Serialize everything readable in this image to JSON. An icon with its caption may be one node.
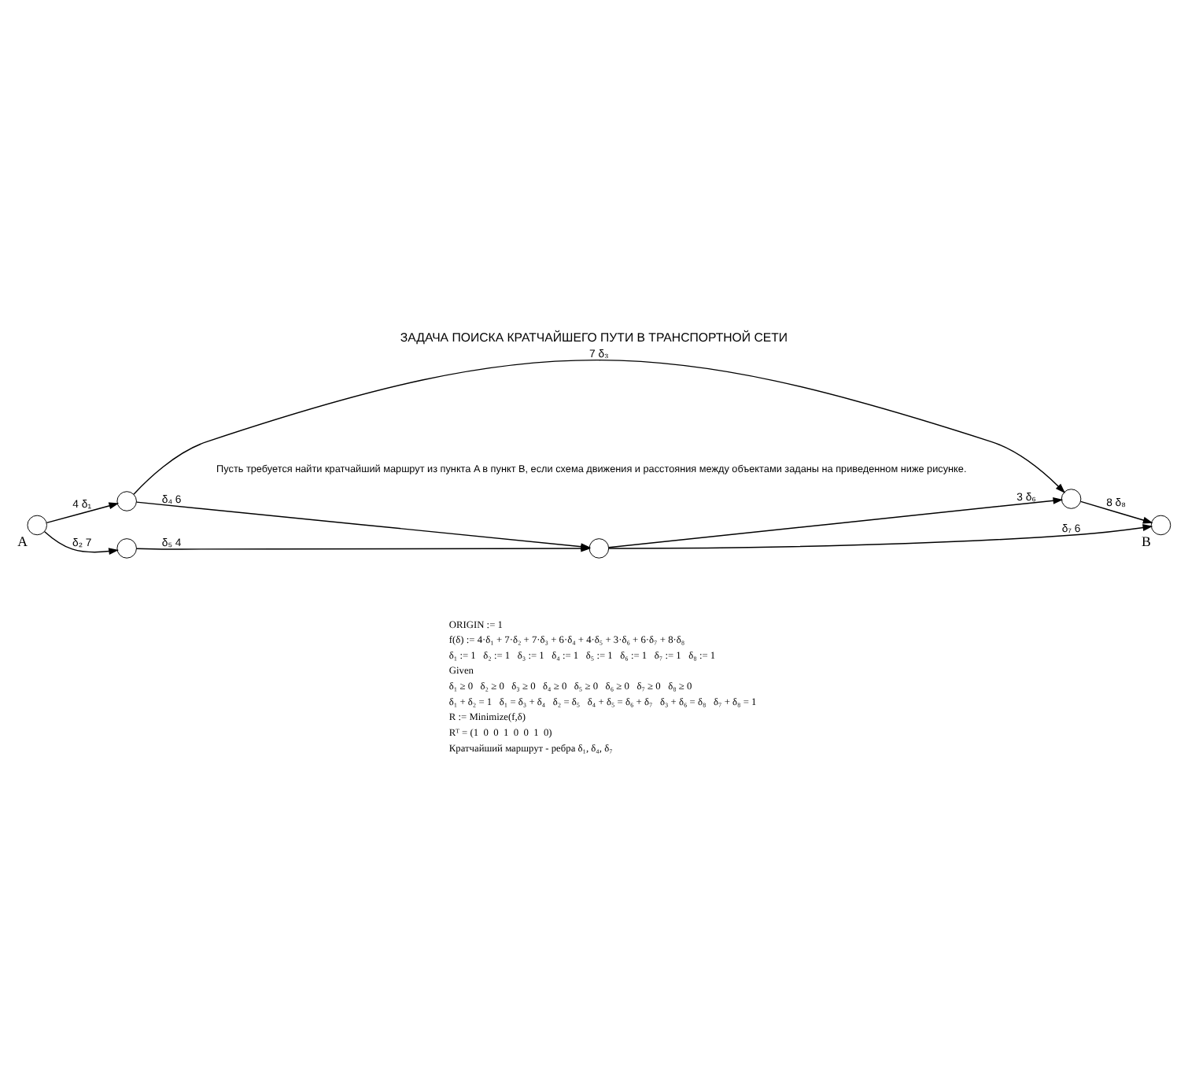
{
  "diagram": {
    "title": "ЗАДАЧА ПОИСКА КРАТЧАЙШЕГО ПУТИ В ТРАНСПОРТНОЙ СЕТИ",
    "nodes": [
      {
        "text": [],
        "shape": "circle",
        "beside": [
          "A"
        ]
      },
      {
        "text": [],
        "shape": "circle"
      },
      {
        "text": [],
        "shape": "circle"
      },
      {
        "text": [],
        "shape": "circle"
      },
      {
        "text": [],
        "shape": "circle"
      },
      {
        "text": [],
        "shape": "circle",
        "beside": [
          "B"
        ]
      }
    ],
    "edges": [
      {
        "from": 0,
        "to": 1,
        "arrow": "to",
        "label": "4 δ₁"
      },
      {
        "from": 0,
        "to": 2,
        "arrow": "to",
        "label": "δ₂ 7"
      },
      {
        "from": 1,
        "to": 3,
        "arrow": "to",
        "label": "7 δ₃"
      },
      {
        "from": 1,
        "to": 4,
        "arrow": "to",
        "label": "δ₄ 6"
      },
      {
        "from": 2,
        "to": 4,
        "arrow": "to",
        "label": "δ₅ 4"
      },
      {
        "from": 4,
        "to": 3,
        "arrow": "to",
        "label": "3 δ₆"
      },
      {
        "from": 4,
        "to": 5,
        "arrow": "to",
        "label": "δ₇ 6"
      },
      {
        "from": 3,
        "to": 5,
        "arrow": "to",
        "label": "8 δ₈"
      }
    ],
    "labels": [
      "Пусть требуется найти кратчайший маршрут из пункта A в пункт B, если схема движения и расстояния между объектами заданы на приведенном ниже рисунке.",
      "ORIGIN := 1",
      "f(δ) := 4·δ₁ + 7·δ₂ + 7·δ₃ + 6·δ₄ + 4·δ₅ + 3·δ₆ + 6·δ₇ + 8·δ₈",
      "δ₁ := 1   δ₂ := 1   δ₃ := 1   δ₄ := 1   δ₅ := 1   δ₆ := 1   δ₇ := 1   δ₈ := 1",
      "Given",
      "δ₁ ≥ 0   δ₂ ≥ 0   δ₃ ≥ 0   δ₄ ≥ 0   δ₅ ≥ 0   δ₆ ≥ 0   δ₇ ≥ 0   δ₈ ≥ 0",
      "δ₁ + δ₂ = 1   δ₁ = δ₃ + δ₄   δ₂ = δ₅   δ₄ + δ₅ = δ₆ + δ₇   δ₃ + δ₆ = δ₈   δ₇ + δ₈ = 1",
      "R := Minimize(f,δ)",
      "Rᵀ = (1  0  0  1  0  0  1  0)",
      "Кратчайший маршрут - ребра δ₁, δ₄, δ₇"
    ]
  }
}
